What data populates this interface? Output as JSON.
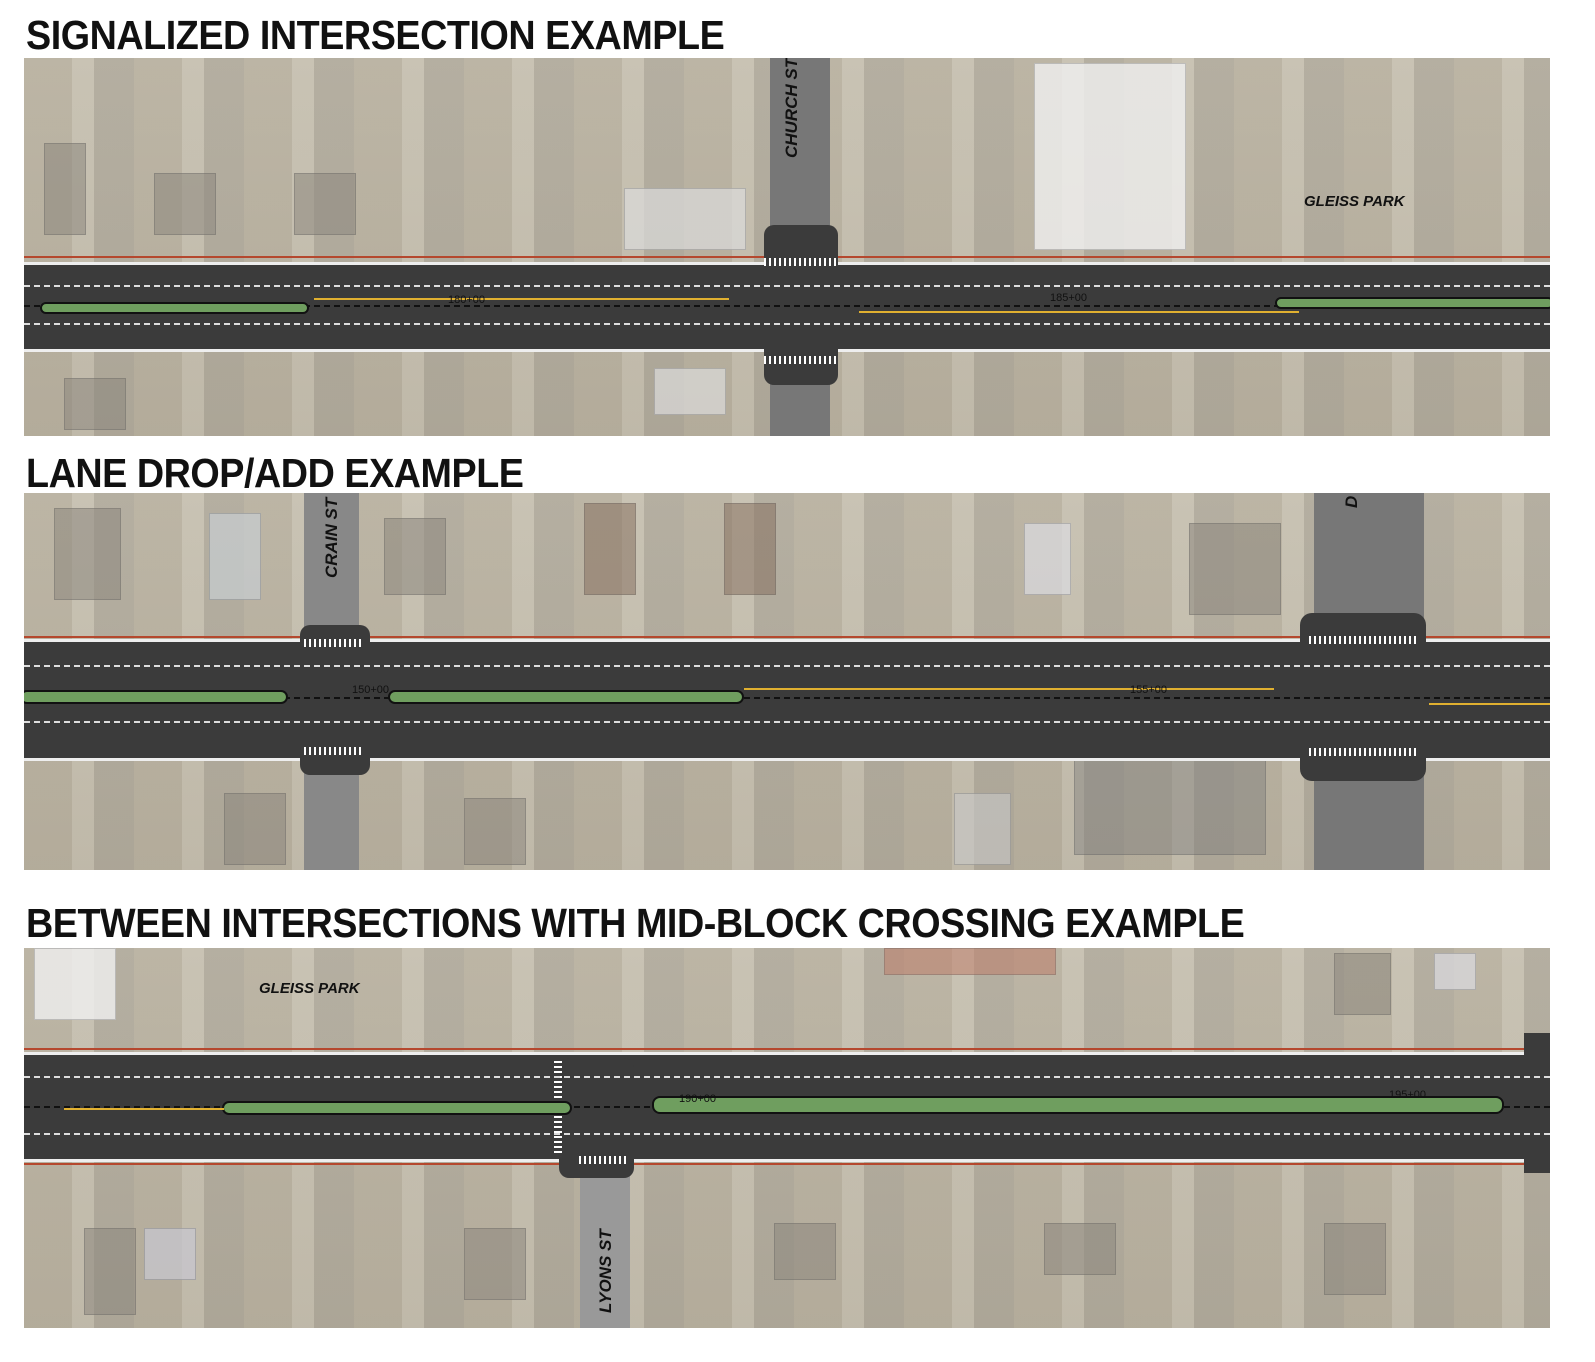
{
  "sections": [
    {
      "title": "SIGNALIZED INTERSECTION EXAMPLE",
      "street_labels": [
        "CHURCH ST",
        "GLEISS PARK"
      ],
      "stations": [
        "180+00",
        "185+00"
      ]
    },
    {
      "title": "LANE DROP/ADD EXAMPLE",
      "street_labels": [
        "CRAIN ST",
        "D"
      ],
      "stations": [
        "150+00",
        "155+00"
      ]
    },
    {
      "title": "BETWEEN INTERSECTIONS WITH MID-BLOCK CROSSING EXAMPLE",
      "street_labels": [
        "GLEISS PARK",
        "LYONS ST"
      ],
      "stations": [
        "190+00",
        "195+00"
      ]
    }
  ],
  "colors": {
    "median": "#6f9e5f",
    "pavement": "#3b3b3b",
    "row_line": "#b5482e",
    "yellow_marking": "#e0b030"
  }
}
